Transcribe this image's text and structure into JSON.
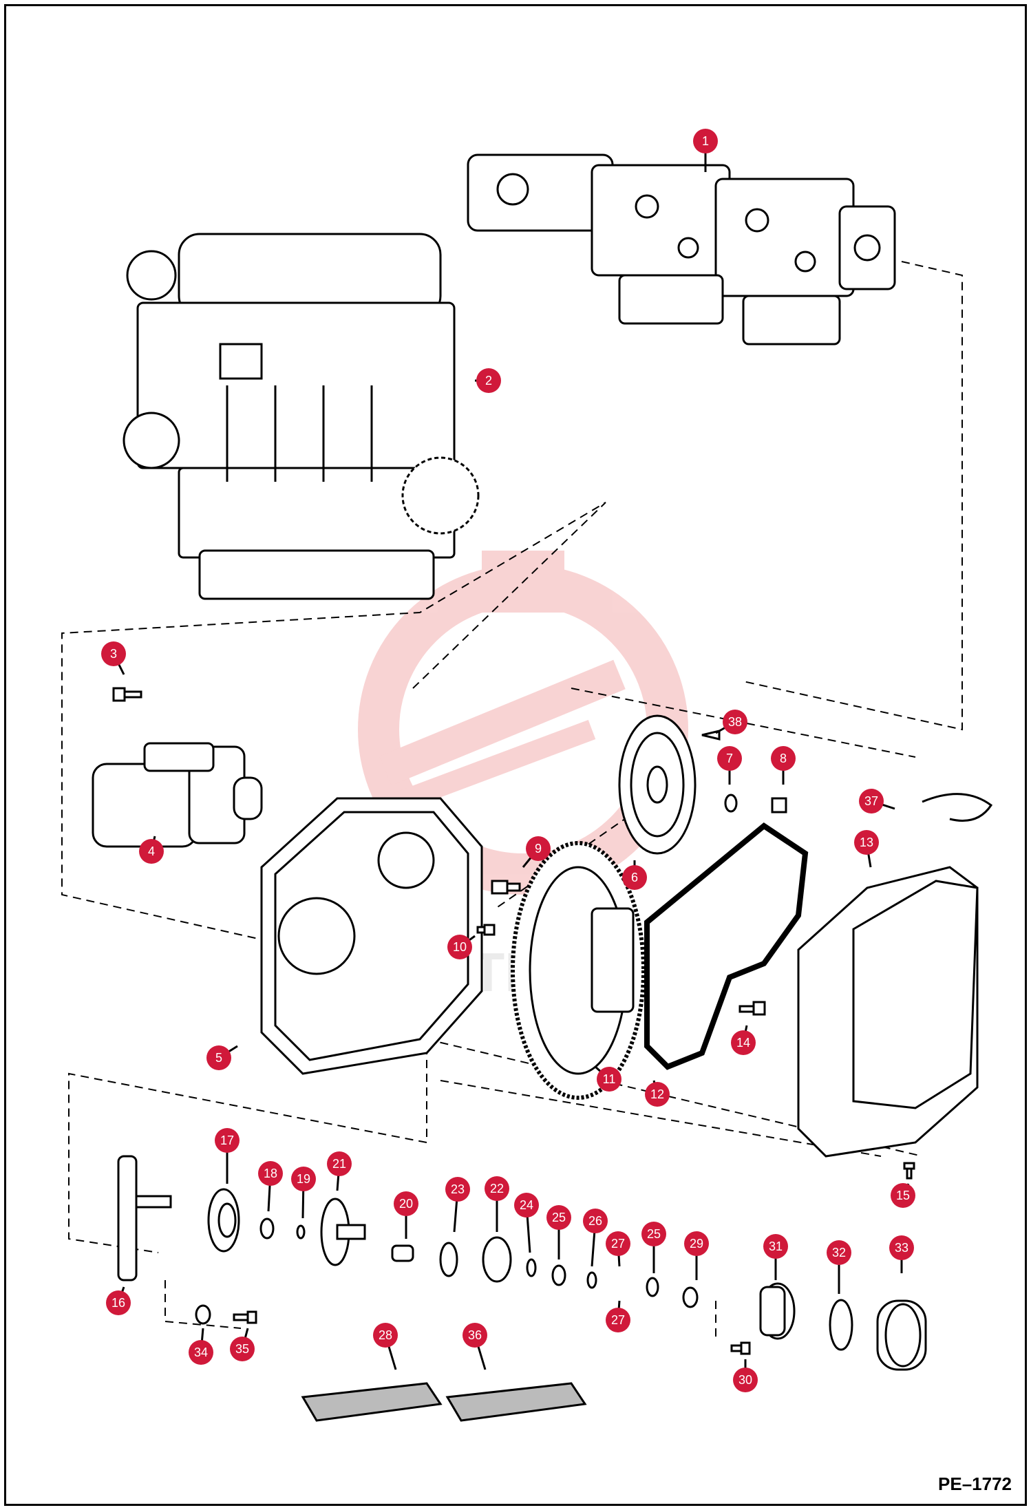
{
  "drawing_code": "PE–1772",
  "watermark_text": "MHTEK",
  "badge_color": "#d0193a",
  "callouts": [
    {
      "label": "1"
    },
    {
      "label": "2"
    },
    {
      "label": "3"
    },
    {
      "label": "4"
    },
    {
      "label": "5"
    },
    {
      "label": "6"
    },
    {
      "label": "7"
    },
    {
      "label": "8"
    },
    {
      "label": "9"
    },
    {
      "label": "10"
    },
    {
      "label": "11"
    },
    {
      "label": "12"
    },
    {
      "label": "13"
    },
    {
      "label": "14"
    },
    {
      "label": "15"
    },
    {
      "label": "16"
    },
    {
      "label": "17"
    },
    {
      "label": "18"
    },
    {
      "label": "19"
    },
    {
      "label": "21"
    },
    {
      "label": "20"
    },
    {
      "label": "23"
    },
    {
      "label": "22"
    },
    {
      "label": "24"
    },
    {
      "label": "25"
    },
    {
      "label": "26"
    },
    {
      "label": "27"
    },
    {
      "label": "25"
    },
    {
      "label": "29"
    },
    {
      "label": "27"
    },
    {
      "label": "31"
    },
    {
      "label": "32"
    },
    {
      "label": "33"
    },
    {
      "label": "28"
    },
    {
      "label": "36"
    },
    {
      "label": "34"
    },
    {
      "label": "35"
    },
    {
      "label": "30"
    },
    {
      "label": "37"
    },
    {
      "label": "38"
    }
  ]
}
